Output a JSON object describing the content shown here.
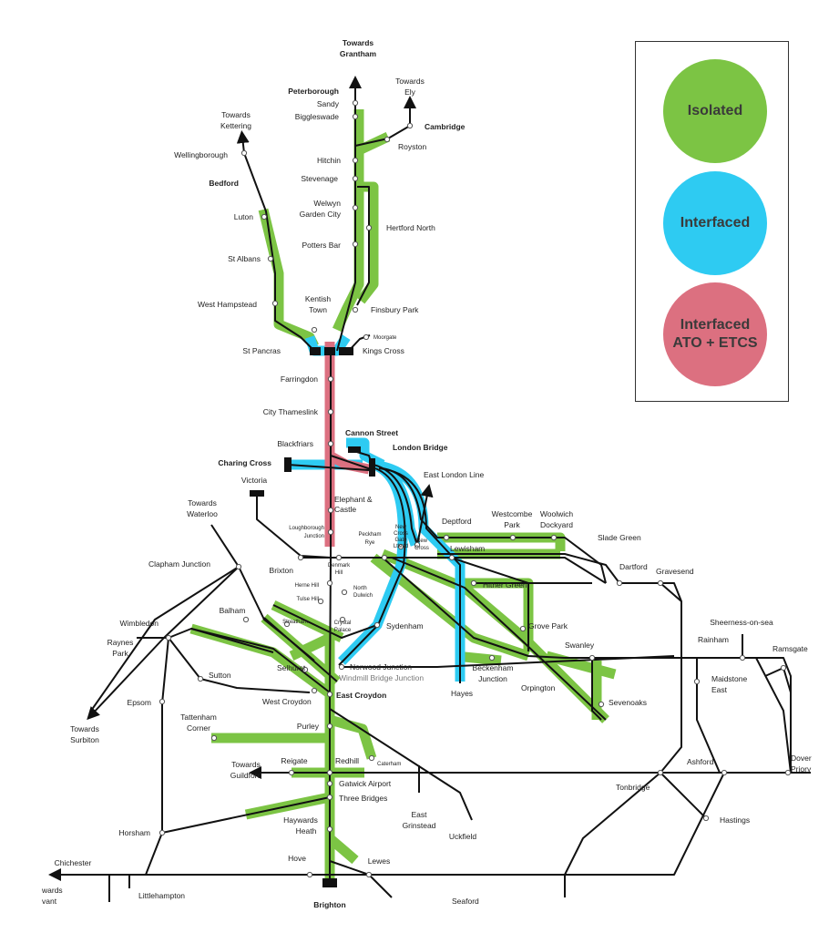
{
  "colors": {
    "track": "#111111",
    "isolated": "#7cc444",
    "interfaced": "#2ecbf2",
    "ato_etcs": "#dc7080"
  },
  "legend": {
    "isolated": "Isolated",
    "interfaced": "Interfaced",
    "ato_line1": "Interfaced",
    "ato_line2": "ATO + ETCS"
  },
  "labels": {
    "towards_grantham_1": "Towards",
    "towards_grantham_2": "Grantham",
    "peterborough": "Peterborough",
    "sandy": "Sandy",
    "biggleswade": "Biggleswade",
    "towards_ely_1": "Towards",
    "towards_ely_2": "Ely",
    "cambridge": "Cambridge",
    "royston": "Royston",
    "towards_kettering_1": "Towards",
    "towards_kettering_2": "Kettering",
    "wellingborough": "Wellingborough",
    "bedford": "Bedford",
    "luton": "Luton",
    "st_albans": "St Albans",
    "west_hampstead": "West Hampstead",
    "kentish_1": "Kentish",
    "kentish_2": "Town",
    "st_pancras": "St Pancras",
    "kings_cross": "Kings Cross",
    "moorgate": "Moorgate",
    "finsbury_park": "Finsbury Park",
    "hitchin": "Hitchin",
    "stevenage": "Stevenage",
    "welwyn_1": "Welwyn",
    "welwyn_2": "Garden City",
    "hertford_north": "Hertford North",
    "potters_bar": "Potters Bar",
    "farringdon": "Farringdon",
    "city_thameslink": "City Thameslink",
    "cannon_street": "Cannon Street",
    "london_bridge": "London Bridge",
    "blackfriars": "Blackfriars",
    "charing_cross": "Charing Cross",
    "victoria": "Victoria",
    "east_london_line": "East London Line",
    "elephant_1": "Elephant &",
    "elephant_2": "Castle",
    "towards_waterloo_1": "Towards",
    "towards_waterloo_2": "Waterloo",
    "loughborough_1": "Loughborough",
    "loughborough_2": "Junction",
    "peckham_1": "Peckham",
    "peckham_2": "Rye",
    "new_cross_gate_1": "New",
    "new_cross_gate_2": "Cross",
    "new_cross_gate_3": "Gate",
    "new_cross_gate_4": "Ltlead",
    "new_cross_1": "New",
    "new_cross_2": "Cross",
    "deptford": "Deptford",
    "westcombe_1": "Westcombe",
    "westcombe_2": "Park",
    "woolwich_1": "Woolwich",
    "woolwich_2": "Dockyard",
    "slade_green": "Slade Green",
    "lewisham": "Lewisham",
    "dartford": "Dartford",
    "gravesend": "Gravesend",
    "clapham_junction": "Clapham Junction",
    "brixton": "Brixton",
    "denmark_1": "Denmark",
    "denmark_2": "Hill",
    "herne_hill": "Herne Hill",
    "north_dulwich_1": "North",
    "north_dulwich_2": "Dulwich",
    "tulse_hill": "Tulse Hill",
    "hither_green": "Hither Green",
    "balham": "Balham",
    "streatham": "Streatham",
    "crystal_1": "Crystal",
    "crystal_2": "Palace",
    "sydenham": "Sydenham",
    "grove_park": "Grove Park",
    "sheerness": "Sheerness-on-sea",
    "wimbledon": "Wimbledon",
    "raynes_1": "Raynes",
    "raynes_2": "Park",
    "swanley": "Swanley",
    "rainham": "Rainham",
    "ramsgate": "Ramsgate",
    "selhurst": "Selhurst",
    "norwood_junction": "Norwood Junction",
    "windmill_bridge": "Windmill Bridge Junction",
    "beckenham_1": "Beckenham",
    "beckenham_2": "Junction",
    "orpington": "Orpington",
    "maidstone_1": "Maidstone",
    "maidstone_2": "East",
    "sutton": "Sutton",
    "epsom": "Epsom",
    "west_croydon": "West Croydon",
    "east_croydon": "East Croydon",
    "hayes": "Hayes",
    "sevenoaks": "Sevenoaks",
    "towards_surbiton_1": "Towards",
    "towards_surbiton_2": "Surbiton",
    "tattenham_1": "Tattenham",
    "tattenham_2": "Corner",
    "purley": "Purley",
    "ashford": "Ashford",
    "dover_1": "Dover",
    "dover_2": "Priory",
    "towards_guildford_1": "Towards",
    "towards_guildford_2": "Guildford",
    "reigate": "Reigate",
    "redhill": "Redhill",
    "caterham": "Caterham",
    "gatwick": "Gatwick Airport",
    "three_bridges": "Three Bridges",
    "tonbridge": "Tonbridge",
    "east_grinstead_1": "East",
    "east_grinstead_2": "Grinstead",
    "hastings": "Hastings",
    "horsham": "Horsham",
    "haywards_1": "Haywards",
    "haywards_2": "Heath",
    "uckfield": "Uckfield",
    "chichester": "Chichester",
    "hove": "Hove",
    "lewes": "Lewes",
    "towards_havant_1": "wards",
    "towards_havant_2": "vant",
    "littlehampton": "Littlehampton",
    "brighton": "Brighton",
    "seaford": "Seaford"
  }
}
